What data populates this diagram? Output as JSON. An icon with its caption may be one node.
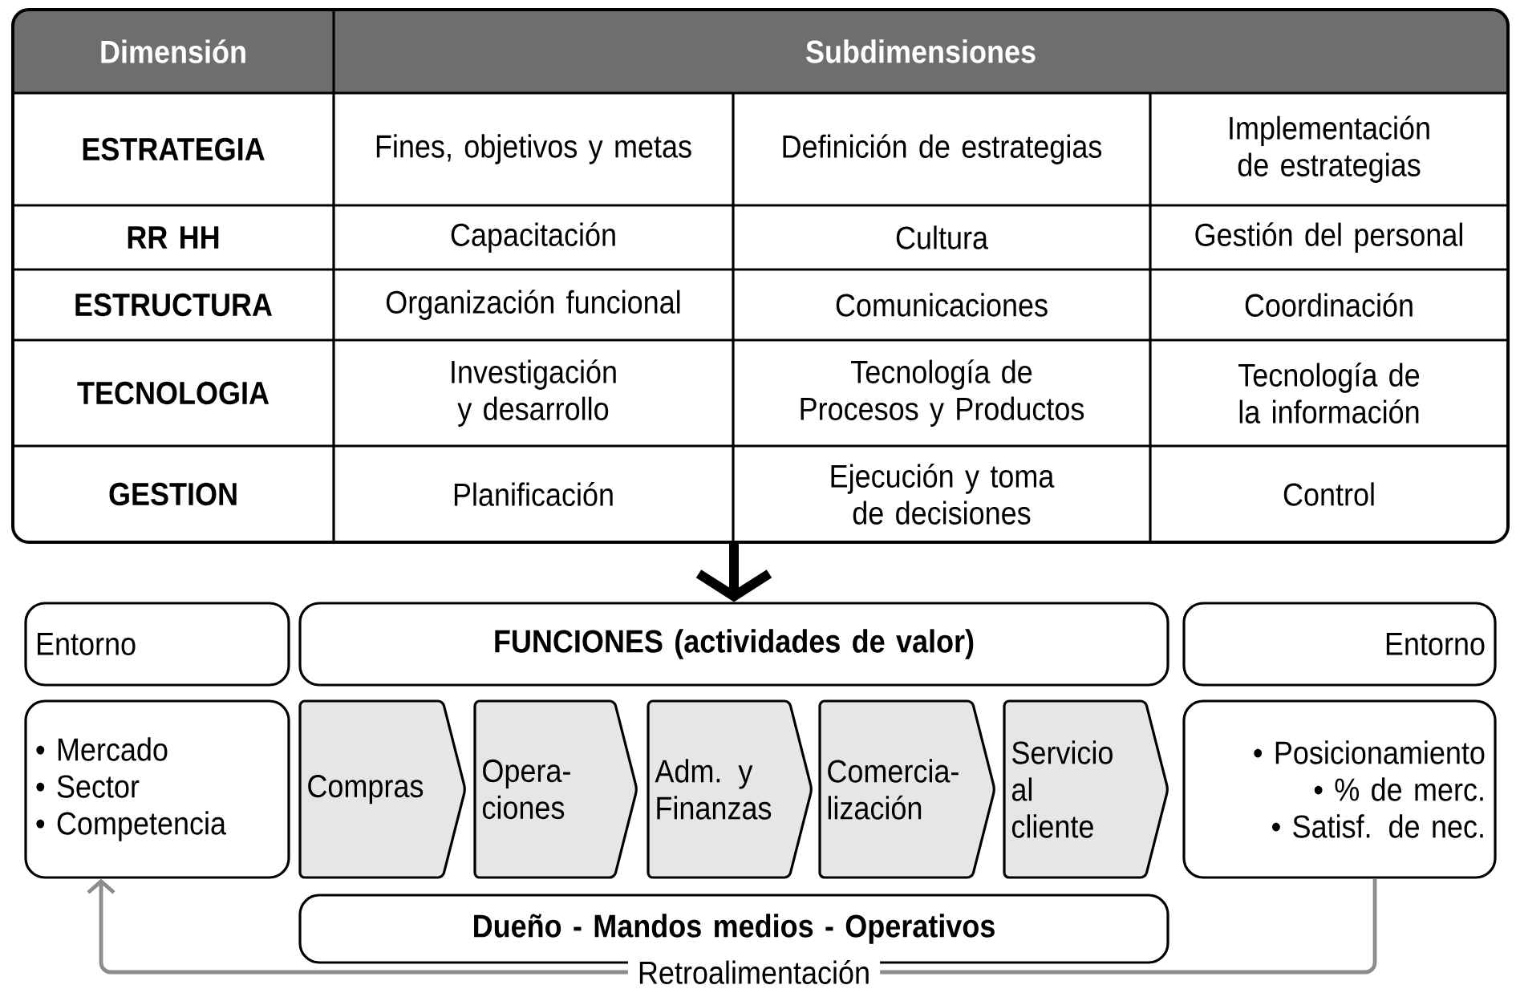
{
  "diagram": {
    "nodes": [
      {
        "text": [],
        "shape": "box"
      },
      {
        "text": [
          "Entorno"
        ]
      },
      {
        "text": [
          "FUNCIONES (actividades de valor)"
        ]
      },
      {
        "text": [
          "Entorno"
        ]
      },
      {
        "text": [
          "• Mercado",
          "• Sector",
          "• Competencia"
        ]
      },
      {
        "text": [
          "Compras"
        ]
      },
      {
        "text": [
          "Opera- ciones"
        ]
      },
      {
        "text": [
          "Adm. y Finanzas"
        ]
      },
      {
        "text": [
          "Comercia- lización"
        ]
      },
      {
        "text": [
          "Servicio al cliente"
        ]
      },
      {
        "text": [
          "• Posicionamiento",
          "• % de merc.",
          "• Satisf. de nec."
        ]
      },
      {
        "text": [
          "Dueño - Mandos medios - Operativos"
        ]
      }
    ],
    "edges": [
      {
        "from": 0,
        "to": 2,
        "arrow": "to",
        "style": "thick"
      },
      {
        "from": 10,
        "to": 4,
        "arrow": "to",
        "label": "Retroalimentación",
        "color": "#8c8c8c"
      }
    ],
    "labels": [
      "Dimensión",
      "Subdimensiones",
      "ESTRATEGIA",
      "Fines, objetivos y metas",
      "Definición de estrategias",
      "Implementación de estrategias",
      "RR HH",
      "Capacitación",
      "Cultura",
      "Gestión del personal",
      "ESTRUCTURA",
      "Organización funcional",
      "Comunicaciones",
      "Coordinación",
      "TECNOLOGIA",
      "Investigación y desarrollo",
      "Tecnología de Procesos y Productos",
      "Tecnología de la información",
      "GESTION",
      "Planificación",
      "Ejecución y toma de decisiones",
      "Control"
    ]
  }
}
